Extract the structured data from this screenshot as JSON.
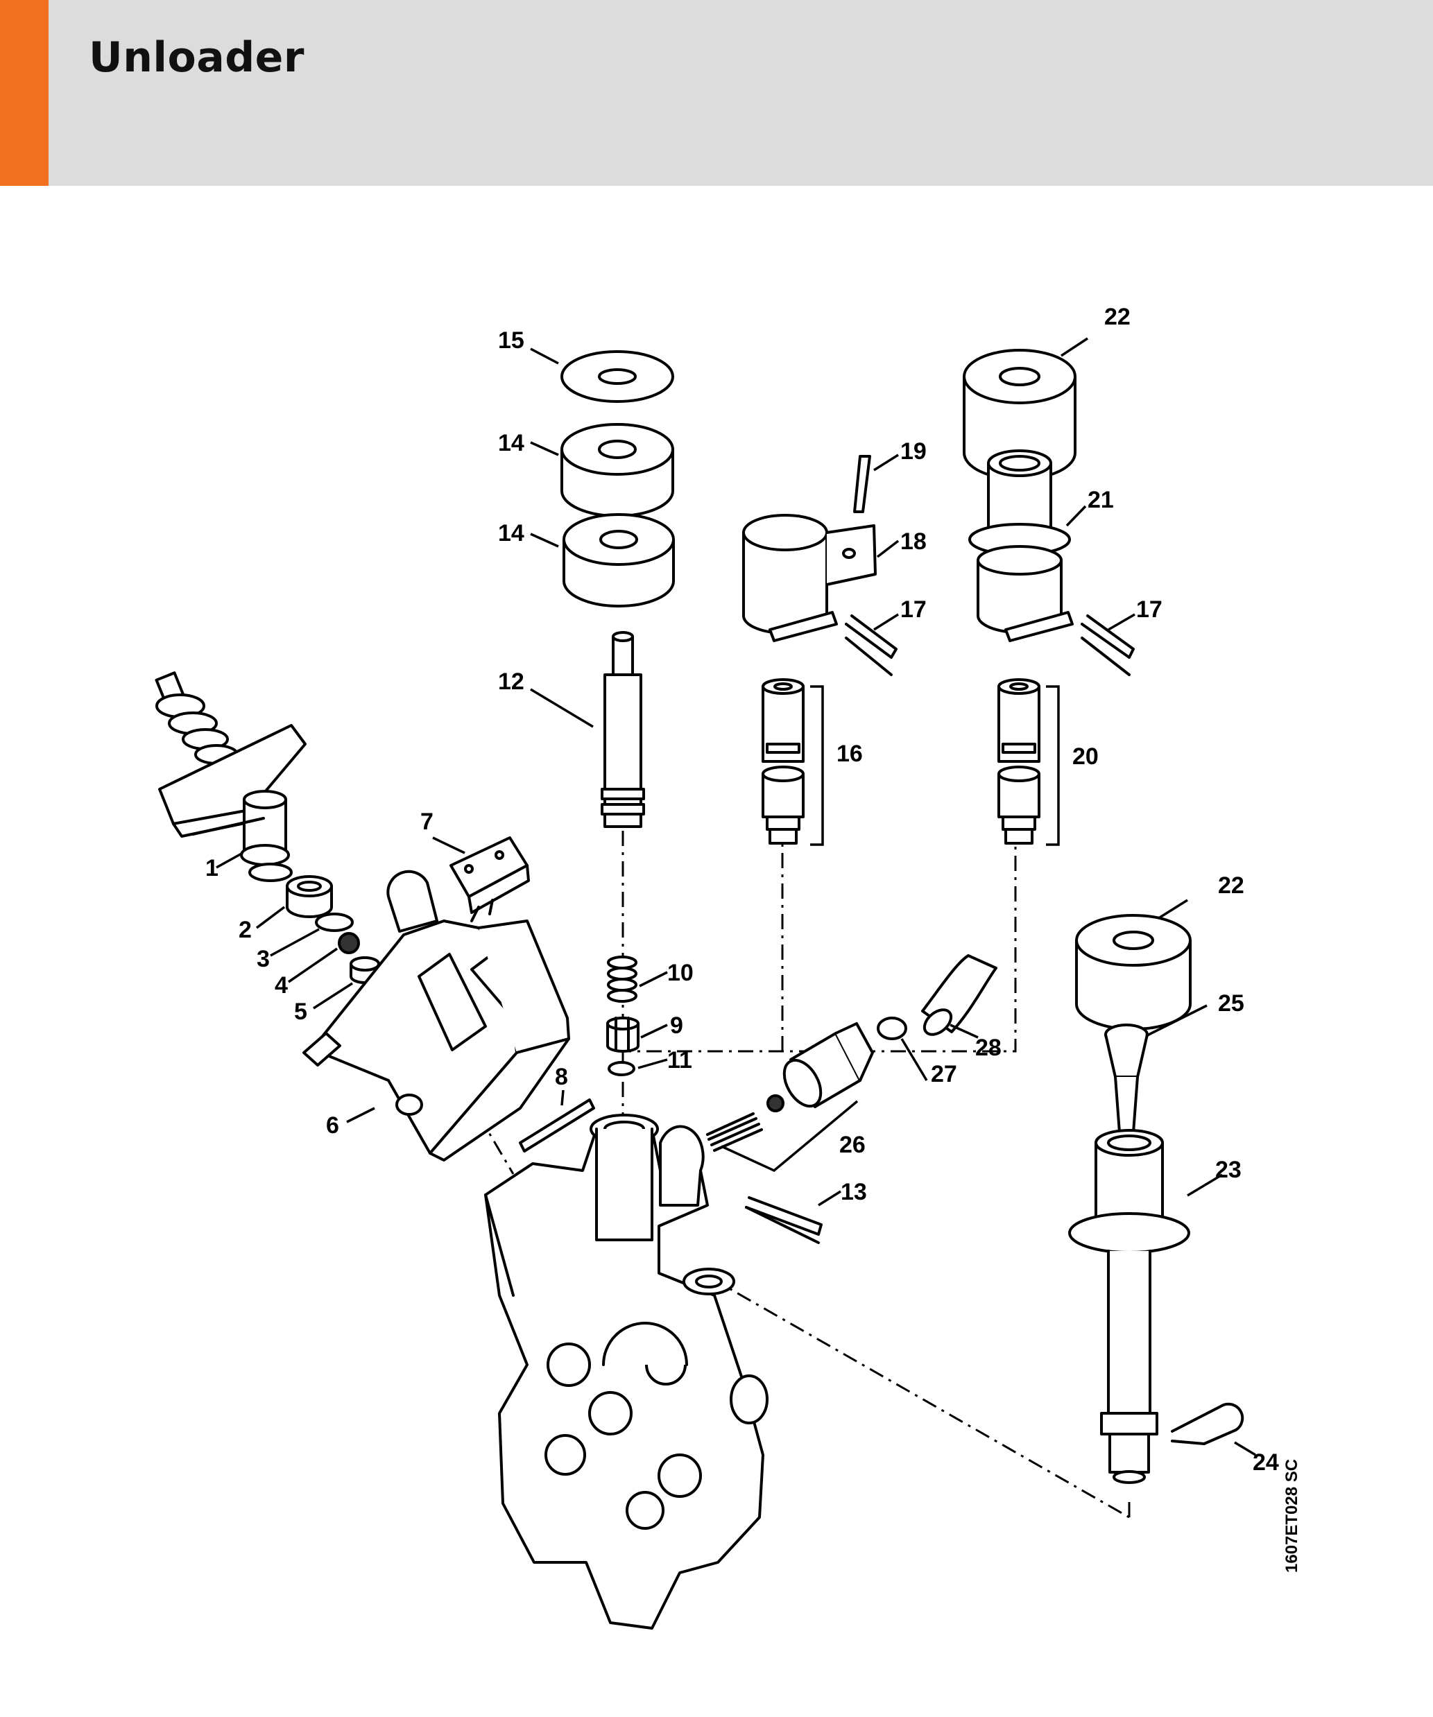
{
  "header": {
    "title": "Unloader",
    "accent_color": "#f37021",
    "band_color": "#dcdcdc"
  },
  "diagram": {
    "reference_code": "1607ET028 SC",
    "callouts": [
      "1",
      "2",
      "3",
      "4",
      "5",
      "6",
      "7",
      "8",
      "9",
      "10",
      "11",
      "12",
      "13",
      "14",
      "14",
      "15",
      "16",
      "17",
      "17",
      "18",
      "19",
      "20",
      "21",
      "22",
      "22",
      "23",
      "24",
      "25",
      "26",
      "27",
      "28"
    ]
  }
}
